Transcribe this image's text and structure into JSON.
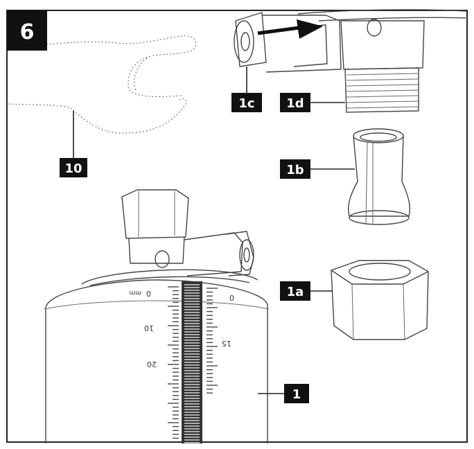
{
  "figure": {
    "step_number": "6",
    "labels": {
      "wrench": "10",
      "nipple_1c": "1c",
      "thread_1d": "1d",
      "sleeve_1b": "1b",
      "nut_1a": "1a",
      "filter_1": "1"
    },
    "scale_left": [
      "0",
      "10",
      "20"
    ],
    "scale_right": [
      "0",
      "15"
    ],
    "scale_unit": "mm"
  }
}
